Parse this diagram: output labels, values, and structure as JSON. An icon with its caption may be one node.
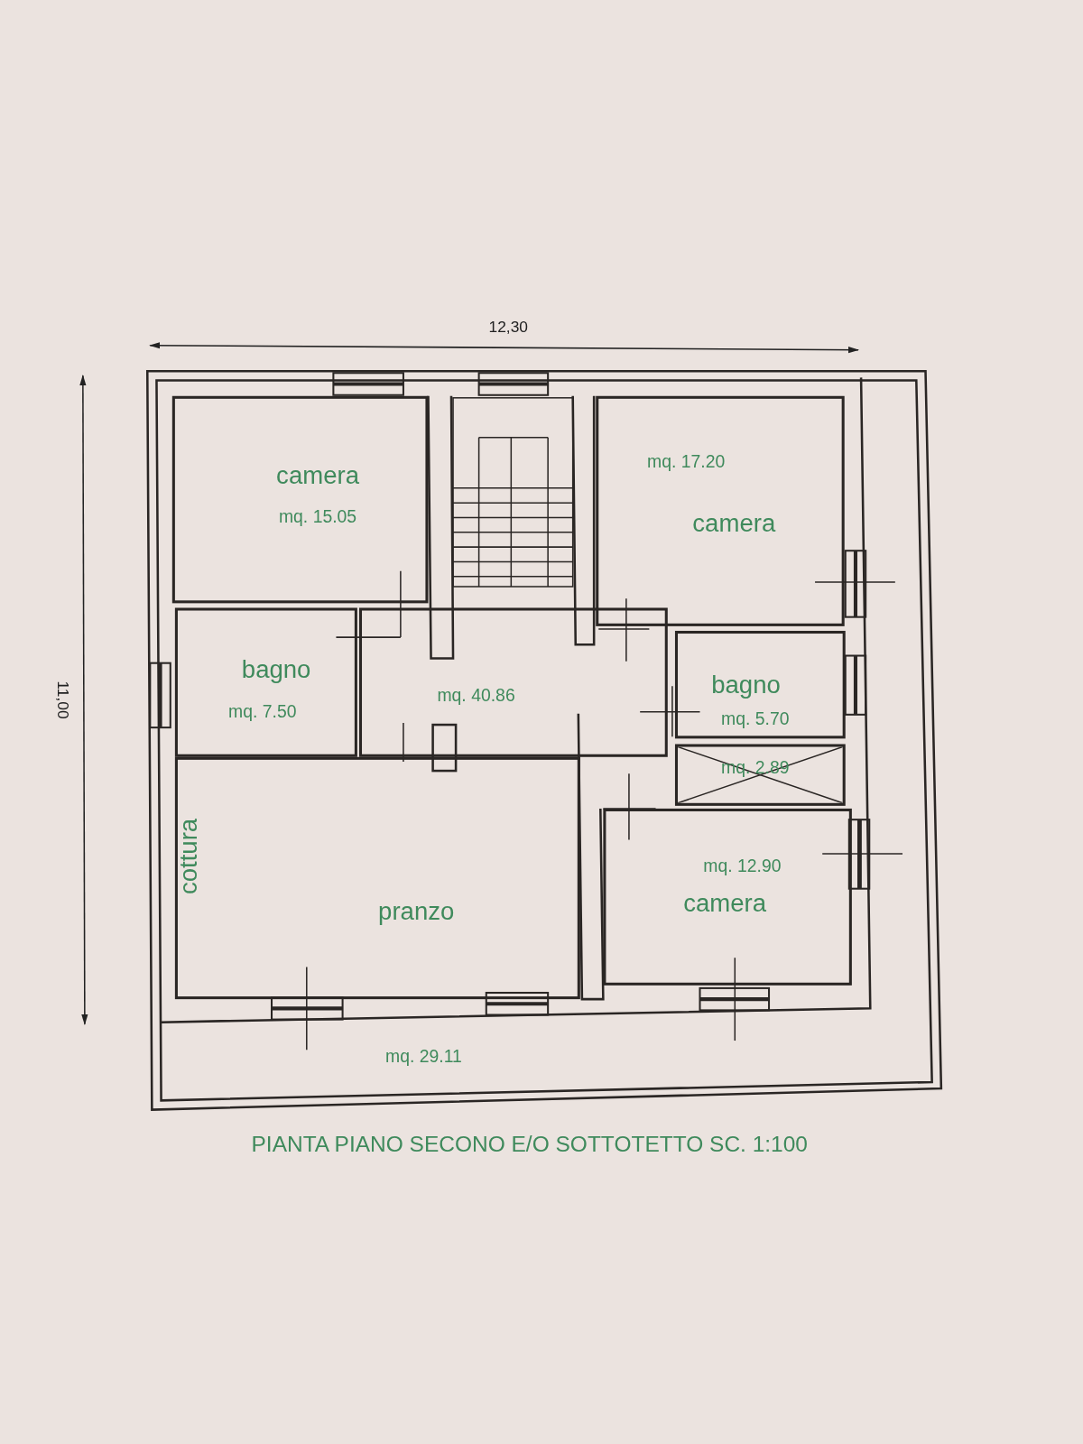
{
  "diagram": {
    "caption": "PIANTA PIANO SECONO E/O SOTTOTETTO SC. 1:100",
    "nodes": [
      {
        "text": [
          "camera",
          "mq. 15.05"
        ]
      },
      {
        "text": [
          "mq. 17.20",
          "camera"
        ]
      },
      {
        "text": [
          "bagno",
          "mq. 7.50"
        ]
      },
      {
        "text": [
          "mq. 40.86"
        ]
      },
      {
        "text": [
          "bagno",
          "mq. 5.70"
        ]
      },
      {
        "text": [
          "mq. 2.89"
        ]
      },
      {
        "text": [
          "cottura",
          "pranzo"
        ]
      },
      {
        "text": [
          "mq. 12.90",
          "camera"
        ]
      },
      {
        "text": [
          "mq. 29.11"
        ]
      }
    ],
    "labels": [
      "12,30",
      "11,00"
    ]
  }
}
